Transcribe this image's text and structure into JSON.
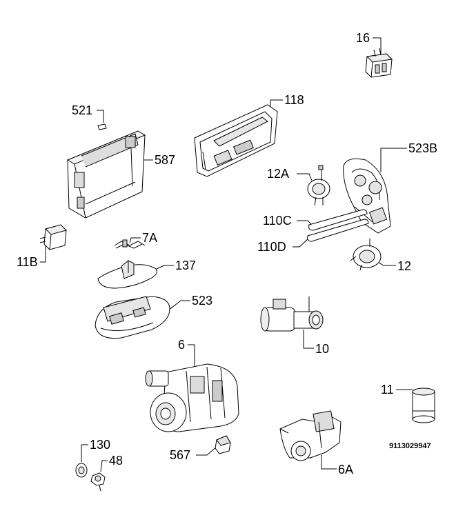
{
  "diagram": {
    "drawing_code": "9113029947",
    "callouts": [
      {
        "id": "16",
        "text": "16"
      },
      {
        "id": "521",
        "text": "521"
      },
      {
        "id": "118",
        "text": "118"
      },
      {
        "id": "587",
        "text": "587"
      },
      {
        "id": "523B",
        "text": "523B"
      },
      {
        "id": "12A",
        "text": "12A"
      },
      {
        "id": "110C",
        "text": "110C"
      },
      {
        "id": "110D",
        "text": "110D"
      },
      {
        "id": "11B",
        "text": "11B"
      },
      {
        "id": "7A",
        "text": "7A"
      },
      {
        "id": "137",
        "text": "137"
      },
      {
        "id": "523",
        "text": "523"
      },
      {
        "id": "12",
        "text": "12"
      },
      {
        "id": "10",
        "text": "10"
      },
      {
        "id": "6",
        "text": "6"
      },
      {
        "id": "11",
        "text": "11"
      },
      {
        "id": "130",
        "text": "130"
      },
      {
        "id": "48",
        "text": "48"
      },
      {
        "id": "567",
        "text": "567"
      },
      {
        "id": "6A",
        "text": "6A"
      }
    ]
  }
}
